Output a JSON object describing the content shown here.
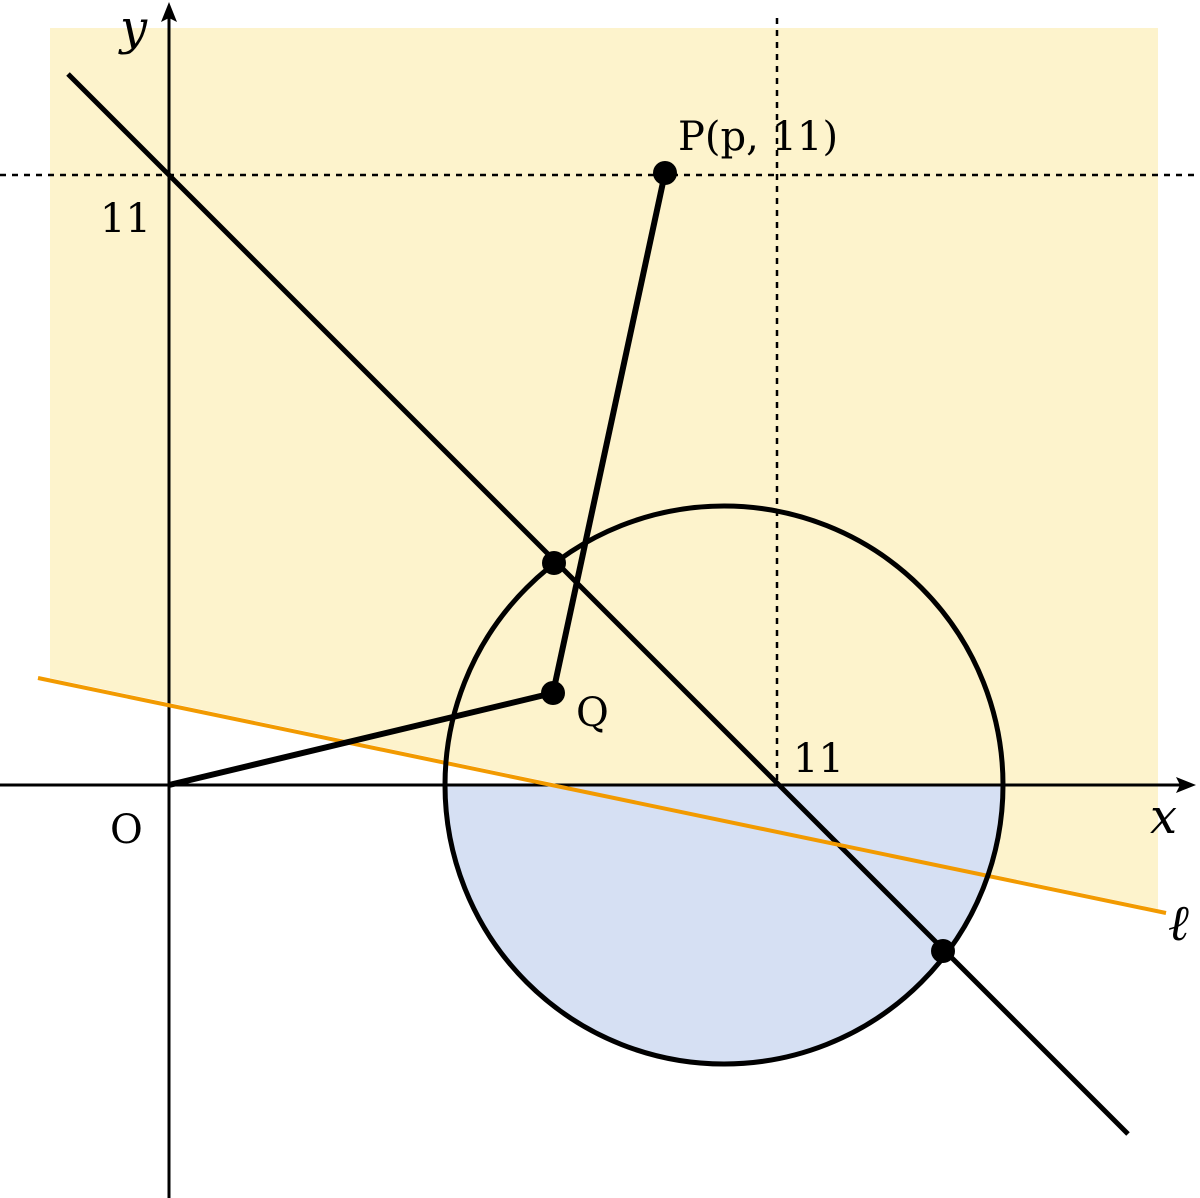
{
  "labels": {
    "y_axis": "y",
    "x_axis": "x",
    "origin": "O",
    "y_tick": "11",
    "x_tick": "11",
    "point_p": "P(p, 11)",
    "point_q": "Q",
    "line_l": "ℓ"
  },
  "colors": {
    "region_fill": "#fdf3cc",
    "overlap_fill": "#d4d6c8",
    "lower_fill": "#d6e0f3",
    "line_l": "#f29a00",
    "ink": "#000000"
  }
}
